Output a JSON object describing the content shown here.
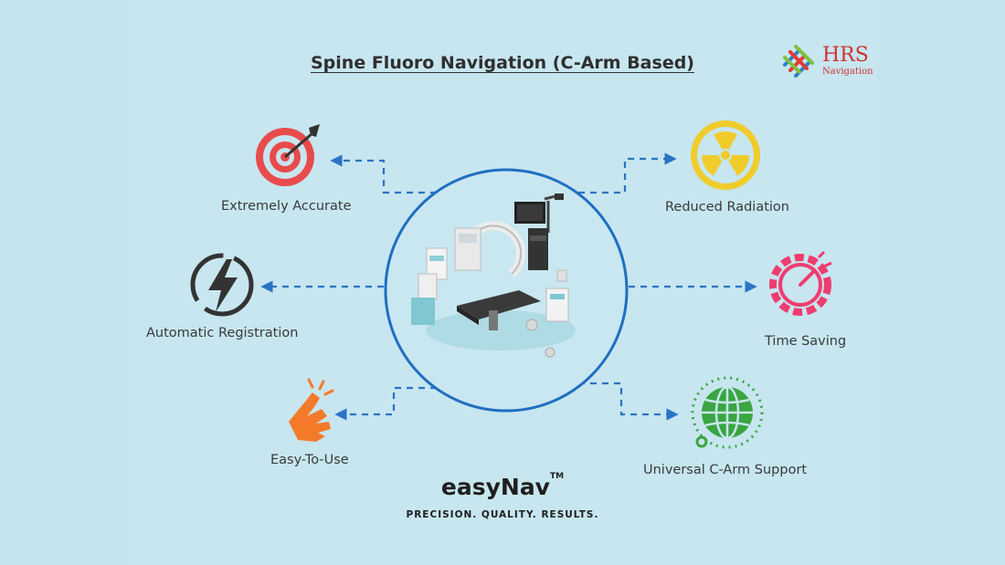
{
  "title": "Spine Fluoro Navigation (C-Arm Based)",
  "brand": {
    "name": "HRS",
    "subtitle": "Navigation"
  },
  "features": {
    "accurate": "Extremely Accurate",
    "registration": "Automatic Registration",
    "easy": "Easy-To-Use",
    "radiation": "Reduced Radiation",
    "time": "Time Saving",
    "universal": "Universal C-Arm Support"
  },
  "product": {
    "name": "easyNav",
    "trademark": "TM",
    "tagline": "PRECISION. QUALITY. RESULTS."
  },
  "colors": {
    "background": "#c4e4ee",
    "arrow": "#2a74c4",
    "circle": "#1f6fc2",
    "target": "#e84b4b",
    "radiation": "#f0cc2a",
    "time": "#ef3d6f",
    "globe": "#3aa541",
    "hand": "#f47a2a",
    "bolt": "#333333",
    "brand": "#d0322f"
  },
  "icons": [
    "target-icon",
    "lightning-icon",
    "snapping-hand-icon",
    "radiation-icon",
    "stopwatch-gear-icon",
    "globe-icon",
    "operating-room-illustration",
    "hrs-logo-icon"
  ]
}
